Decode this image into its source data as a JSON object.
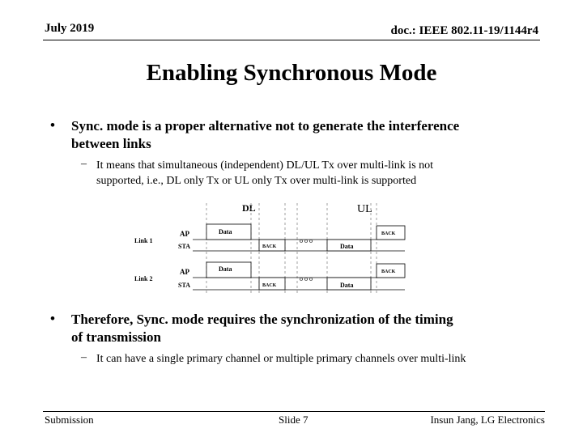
{
  "header": {
    "date": "July 2019",
    "doc_id": "doc.: IEEE 802.11-19/1144r4"
  },
  "title": "Enabling Synchronous Mode",
  "bullets": [
    {
      "text_line1": "Sync. mode is a proper alternative not to generate the interference",
      "text_line2": "between links",
      "sub": {
        "line1": "It means that simultaneous (independent) DL/UL Tx over multi-link is not",
        "line2": "supported, i.e., DL only Tx or UL only Tx over multi-link is supported"
      }
    },
    {
      "text_line1": "Therefore, Sync. mode requires the synchronization of the timing",
      "text_line2": "of transmission",
      "sub": {
        "line1": "It can have a single primary channel or multiple primary channels over multi-link"
      }
    }
  ],
  "diagram": {
    "dl_label": "DL",
    "ul_label": "UL",
    "link1_label": "Link 1",
    "link2_label": "Link 2",
    "ap_label": "AP",
    "sta_label": "STA",
    "data_label": "Data",
    "back_label": "BACK",
    "ellipsis": "o o o"
  },
  "footer": {
    "left": "Submission",
    "center": "Slide 7",
    "right": "Insun Jang, LG Electronics"
  }
}
